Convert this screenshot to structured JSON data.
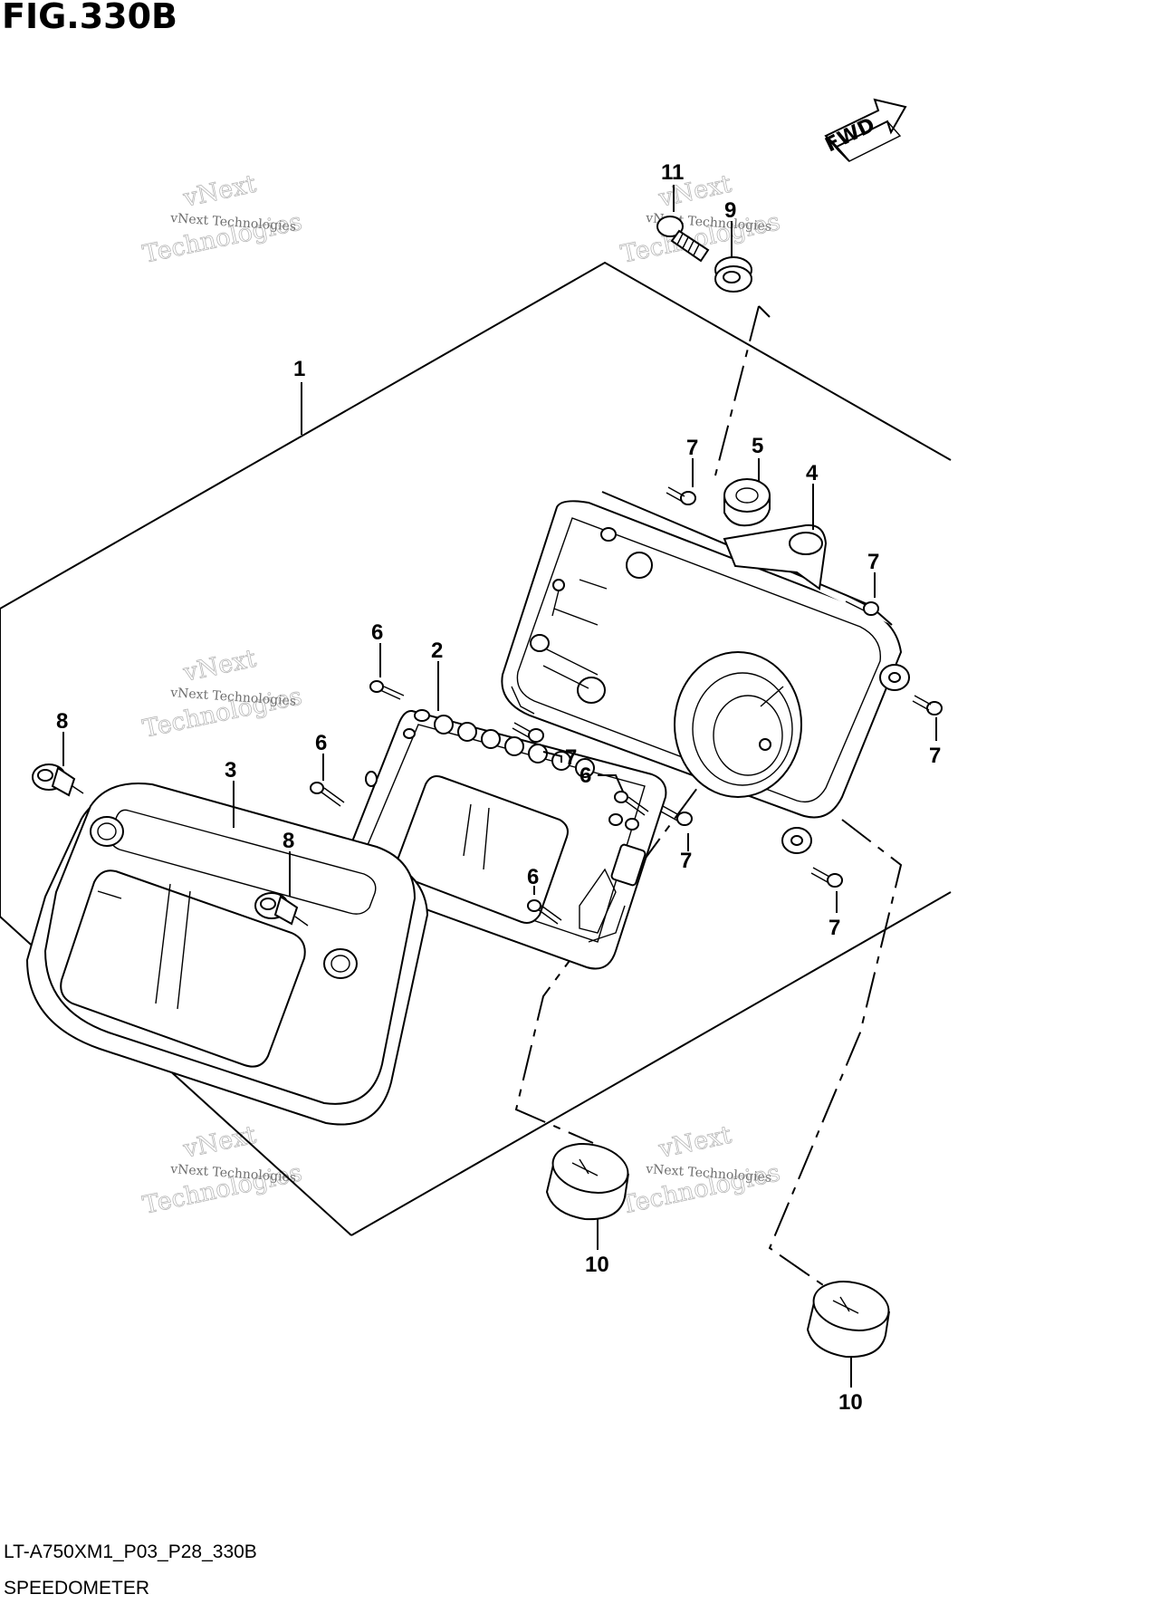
{
  "figure": {
    "title": "FIG.330B",
    "code": "LT-A750XM1_P03_P28_330B",
    "name": "SPEEDOMETER"
  },
  "direction_marker": {
    "label": "FWD",
    "icon": "fwd-arrow-icon"
  },
  "watermark": {
    "line1": "vNext",
    "line2": "vNext Technologies",
    "line3": "Technologies"
  },
  "callouts": {
    "c1": "1",
    "c2": "2",
    "c3": "3",
    "c4": "4",
    "c5": "5",
    "c6a": "6",
    "c6b": "6",
    "c6c": "6",
    "c6d": "6",
    "c7a": "7",
    "c7b": "7",
    "c7c": "7",
    "c7d": "7",
    "c7e": "7",
    "c7f": "7",
    "c8a": "8",
    "c8b": "8",
    "c9": "9",
    "c10a": "10",
    "c10b": "10",
    "c11": "11"
  }
}
